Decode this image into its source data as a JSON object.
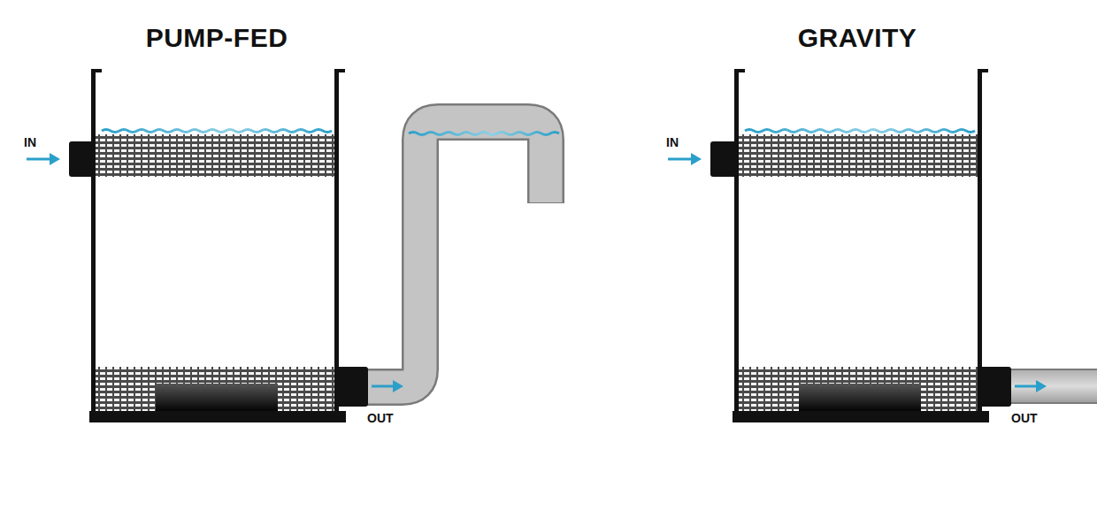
{
  "diagram": {
    "labels": [
      "PUMP-FED",
      "IN",
      "OUT",
      "GRAVITY",
      "IN",
      "OUT"
    ]
  }
}
